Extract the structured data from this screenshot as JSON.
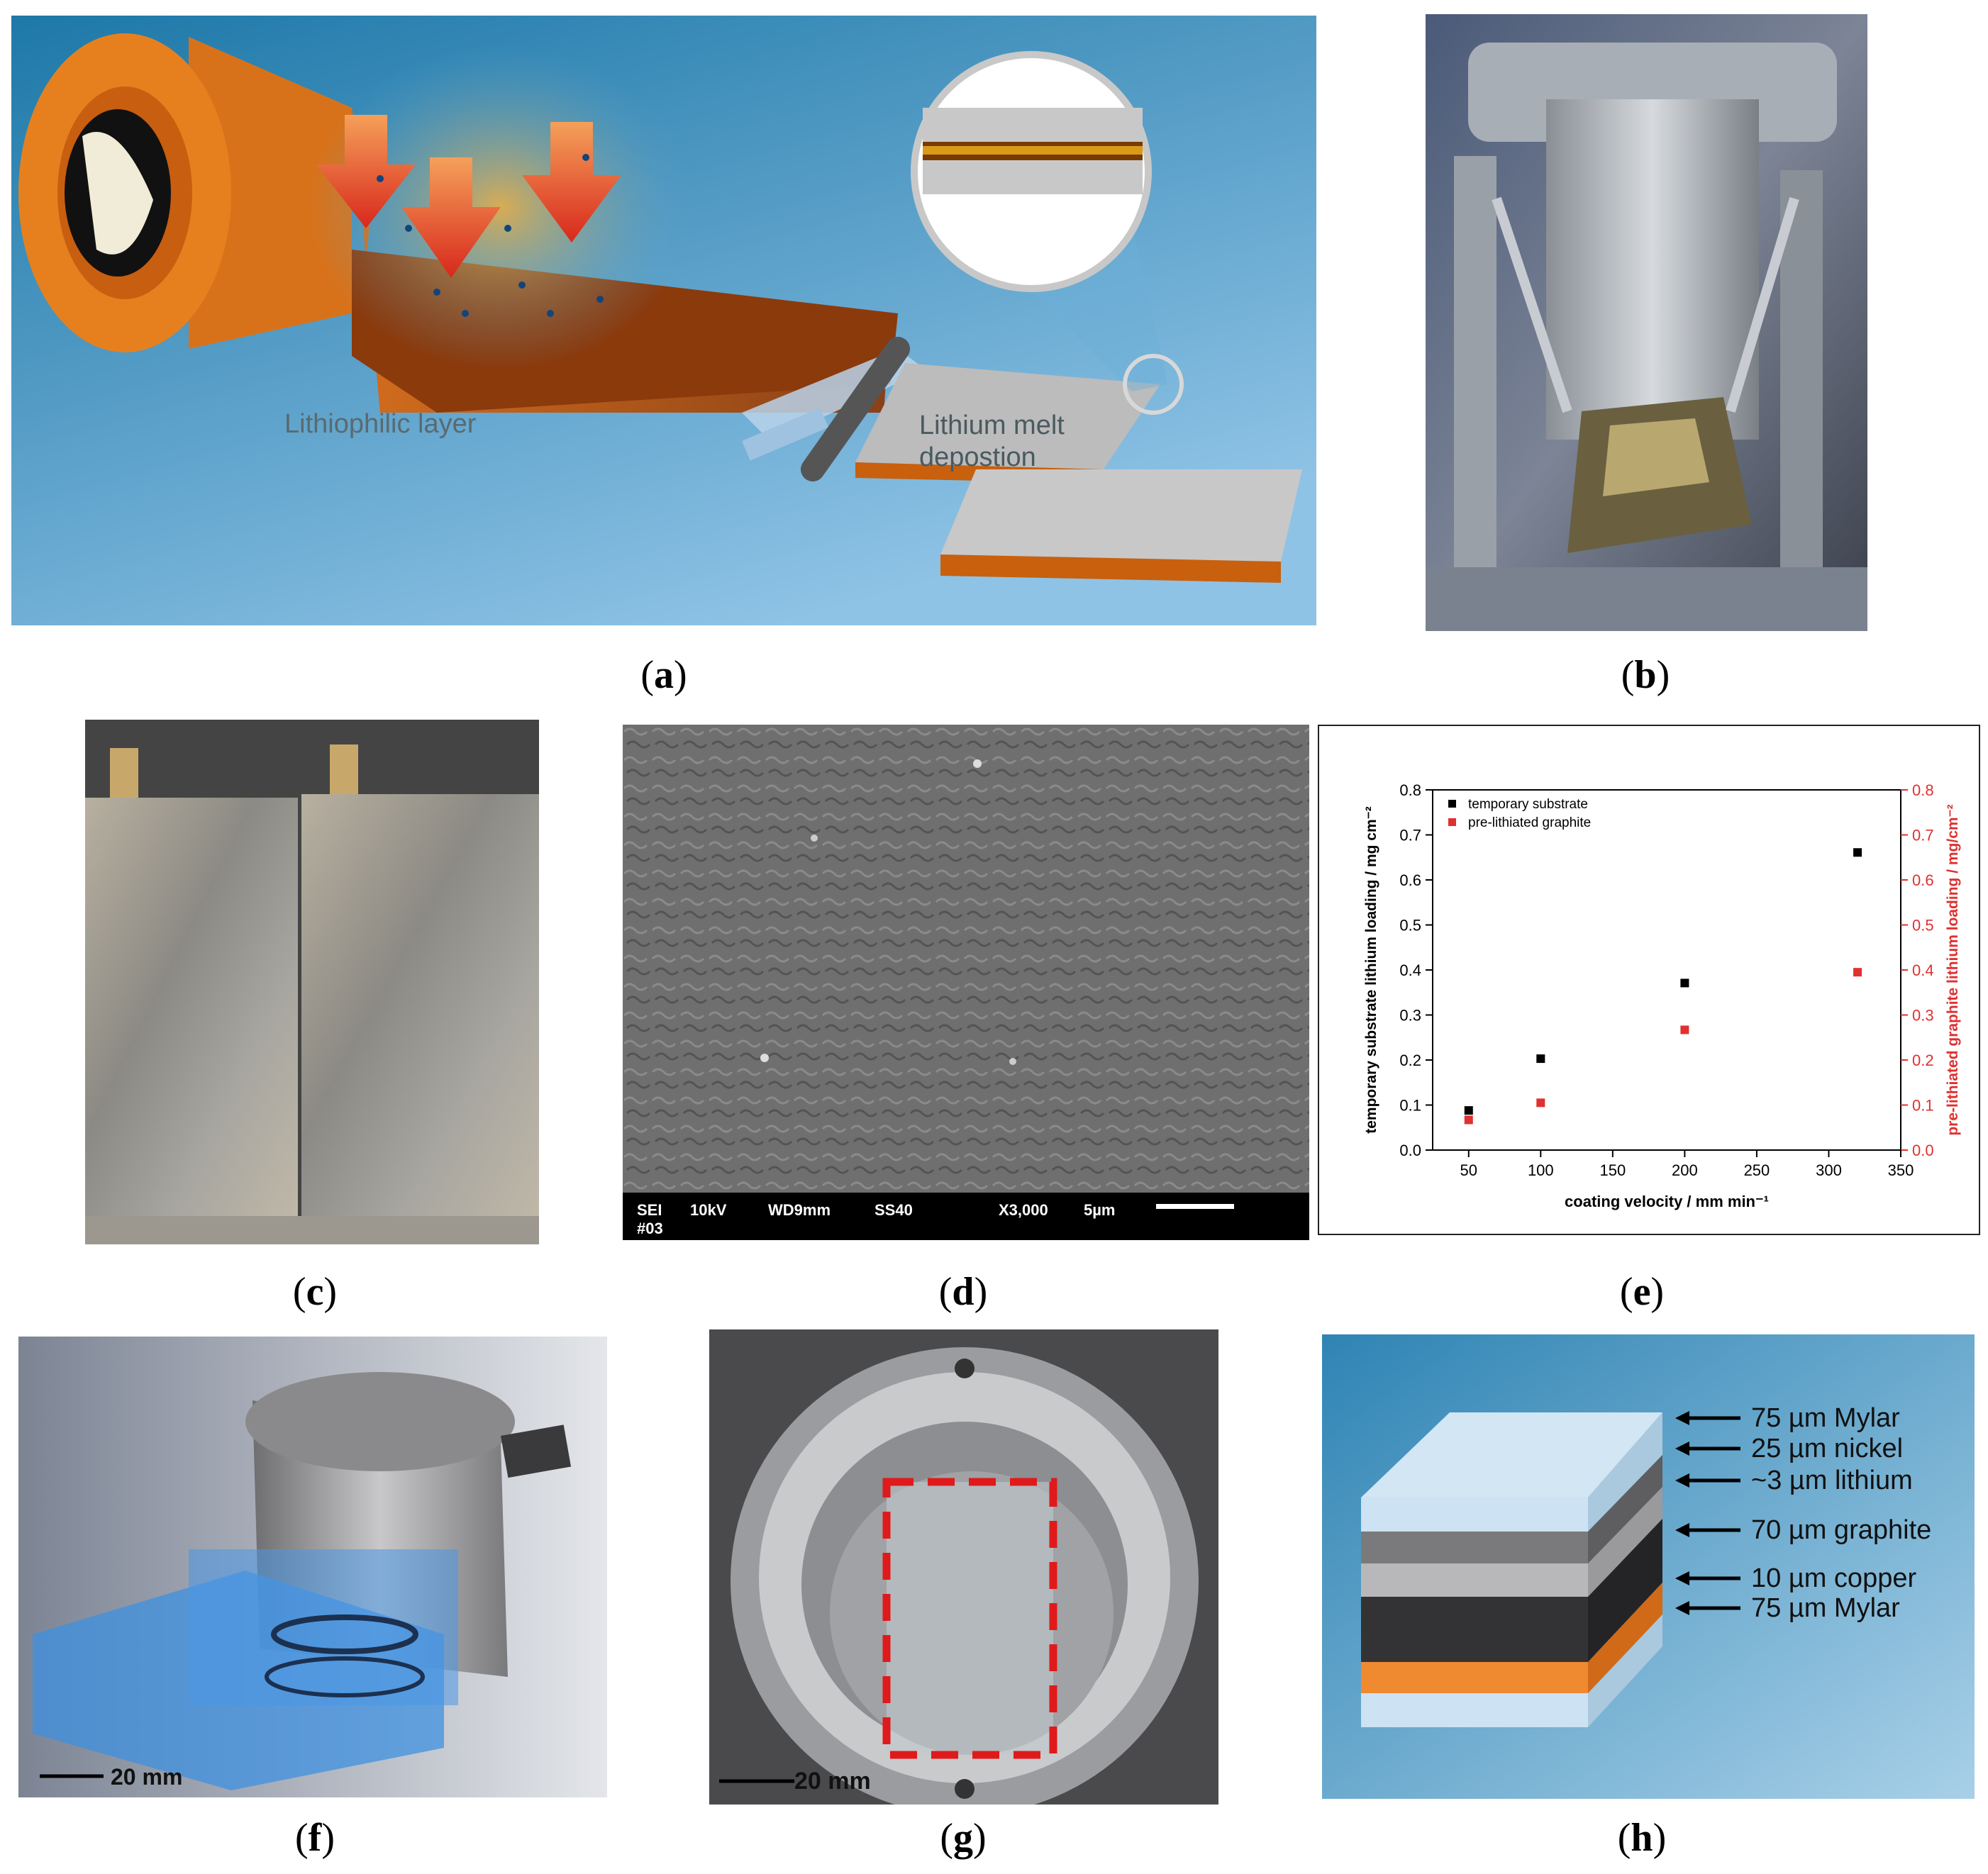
{
  "captions": {
    "a": "a",
    "b": "b",
    "c": "c",
    "d": "d",
    "e": "e",
    "f": "f",
    "g": "g",
    "h": "h"
  },
  "panel_a": {
    "label_layer": "Lithiophilic layer",
    "label_melt_1": "Lithium melt",
    "label_melt_2": "depostion"
  },
  "panel_d": {
    "sei": "SEI",
    "num": "#03",
    "kv": "10kV",
    "wd": "WD9mm",
    "ss": "SS40",
    "mag": "X3,000",
    "scale": "5µm"
  },
  "panel_f": {
    "scale": "20 mm"
  },
  "panel_g": {
    "scale": "20 mm"
  },
  "panel_h": {
    "layers": [
      "75 µm Mylar",
      "25 µm nickel",
      "~3 µm lithium",
      "70 µm graphite",
      "10 µm copper",
      "75 µm Mylar"
    ]
  },
  "chart_data": {
    "type": "scatter",
    "x": [
      50,
      100,
      200,
      320
    ],
    "series": [
      {
        "name": "temporary substrate",
        "values": [
          0.088,
          0.203,
          0.371,
          0.661
        ],
        "color": "#000000"
      },
      {
        "name": "pre-lithiated graphite",
        "values": [
          0.067,
          0.105,
          0.267,
          0.395
        ],
        "color": "#e03030"
      }
    ],
    "xlabel": "coating velocity / mm min⁻¹",
    "ylabel": "temporary substrate lithium loading / mg cm⁻²",
    "ylabel_right": "pre-lithiated graphite lithium loading / mg/cm⁻²",
    "xlim": [
      25,
      350
    ],
    "ylim": [
      0,
      0.8
    ],
    "xticks": [
      "50",
      "100",
      "150",
      "200",
      "250",
      "300",
      "350"
    ],
    "yticks": [
      "0.0",
      "0.1",
      "0.2",
      "0.3",
      "0.4",
      "0.5",
      "0.6",
      "0.7",
      "0.8"
    ],
    "legend_position": "top-left",
    "grid": false
  }
}
